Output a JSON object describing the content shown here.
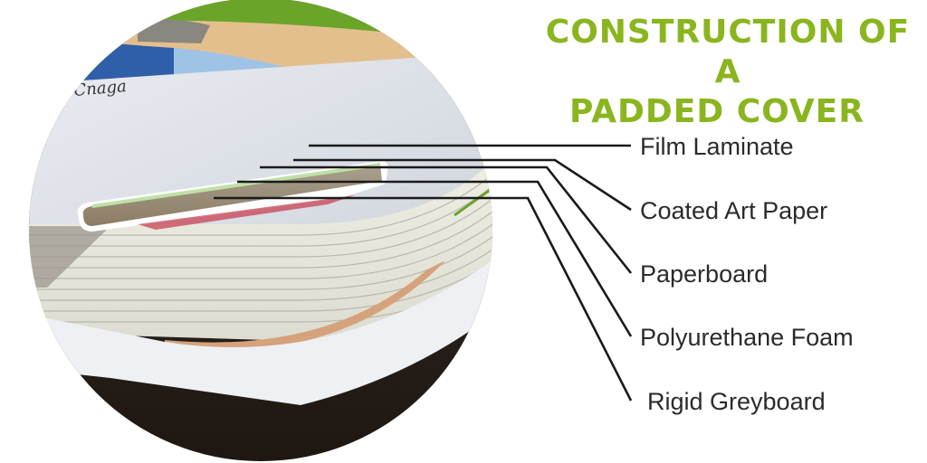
{
  "title": {
    "line1": "CONSTRUCTION OF A",
    "line2": "PADDED COVER",
    "color": "#8ab51e"
  },
  "photo": {
    "description": "Close-up of a padded board book corner with layers exposed",
    "cover_text": "Cnaga"
  },
  "layers": [
    {
      "label": "Film Laminate"
    },
    {
      "label": "Coated Art Paper"
    },
    {
      "label": "Paperboard"
    },
    {
      "label": "Polyurethane Foam"
    },
    {
      "label": "Rigid Greyboard"
    }
  ],
  "colors": {
    "label_text": "#2b2b2b",
    "leader_line": "#1a1a1a"
  }
}
